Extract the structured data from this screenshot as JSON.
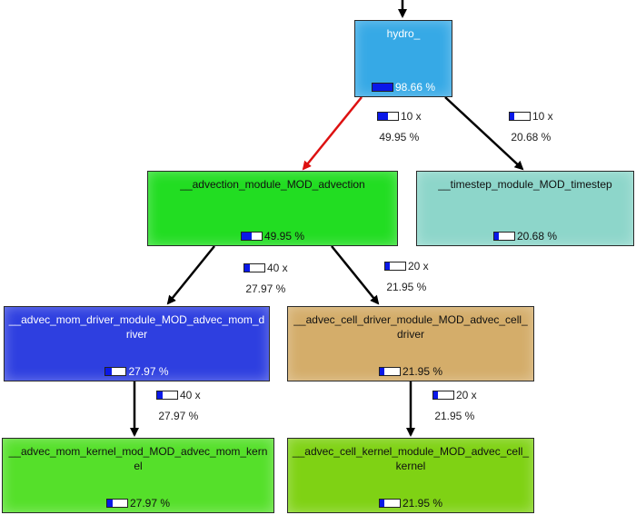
{
  "diagram": {
    "type": "call-graph",
    "nodes": [
      {
        "id": "hydro",
        "name": "hydro_",
        "inclusive_cost_pct": "98.66 %",
        "bar_fraction": 0.9866,
        "color": "#36a9e6",
        "text_color": "#ffffff"
      },
      {
        "id": "advection",
        "name": "__advection_module_MOD_advection",
        "inclusive_cost_pct": "49.95 %",
        "bar_fraction": 0.4995,
        "color": "#22dd22",
        "text_color": "#111111"
      },
      {
        "id": "timestep",
        "name": "__timestep_module_MOD_timestep",
        "inclusive_cost_pct": "20.68 %",
        "bar_fraction": 0.2068,
        "color": "#8dd6ca",
        "text_color": "#111111"
      },
      {
        "id": "mom_driver",
        "name": "__advec_mom_driver_module_MOD_advec_mom_driver",
        "inclusive_cost_pct": "27.97 %",
        "bar_fraction": 0.2797,
        "color": "#2e3fe0",
        "text_color": "#ffffff"
      },
      {
        "id": "cell_driver",
        "name": "__advec_cell_driver_module_MOD_advec_cell_driver",
        "inclusive_cost_pct": "21.95 %",
        "bar_fraction": 0.2195,
        "color": "#d4ad6a",
        "text_color": "#111111"
      },
      {
        "id": "mom_kernel",
        "name": "__advec_mom_kernel_mod_MOD_advec_mom_kernel",
        "inclusive_cost_pct": "27.97 %",
        "bar_fraction": 0.2797,
        "color": "#55e02a",
        "text_color": "#111111"
      },
      {
        "id": "cell_kernel",
        "name": "__advec_cell_kernel_module_MOD_advec_cell_kernel",
        "inclusive_cost_pct": "21.95 %",
        "bar_fraction": 0.2195,
        "color": "#7fd214",
        "text_color": "#111111"
      }
    ],
    "edges": [
      {
        "from": "caller",
        "to": "hydro",
        "calls": "",
        "cost_pct": "",
        "bar_fraction": 0,
        "color": "#000000"
      },
      {
        "from": "hydro",
        "to": "advection",
        "calls": "10 x",
        "cost_pct": "49.95 %",
        "bar_fraction": 0.4995,
        "color": "#dd1111"
      },
      {
        "from": "hydro",
        "to": "timestep",
        "calls": "10 x",
        "cost_pct": "20.68 %",
        "bar_fraction": 0.2068,
        "color": "#000000"
      },
      {
        "from": "advection",
        "to": "mom_driver",
        "calls": "40 x",
        "cost_pct": "27.97 %",
        "bar_fraction": 0.2797,
        "color": "#000000"
      },
      {
        "from": "advection",
        "to": "cell_driver",
        "calls": "20 x",
        "cost_pct": "21.95 %",
        "bar_fraction": 0.2195,
        "color": "#000000"
      },
      {
        "from": "mom_driver",
        "to": "mom_kernel",
        "calls": "40 x",
        "cost_pct": "27.97 %",
        "bar_fraction": 0.2797,
        "color": "#000000"
      },
      {
        "from": "cell_driver",
        "to": "cell_kernel",
        "calls": "20 x",
        "cost_pct": "21.95 %",
        "bar_fraction": 0.2195,
        "color": "#000000"
      }
    ]
  }
}
